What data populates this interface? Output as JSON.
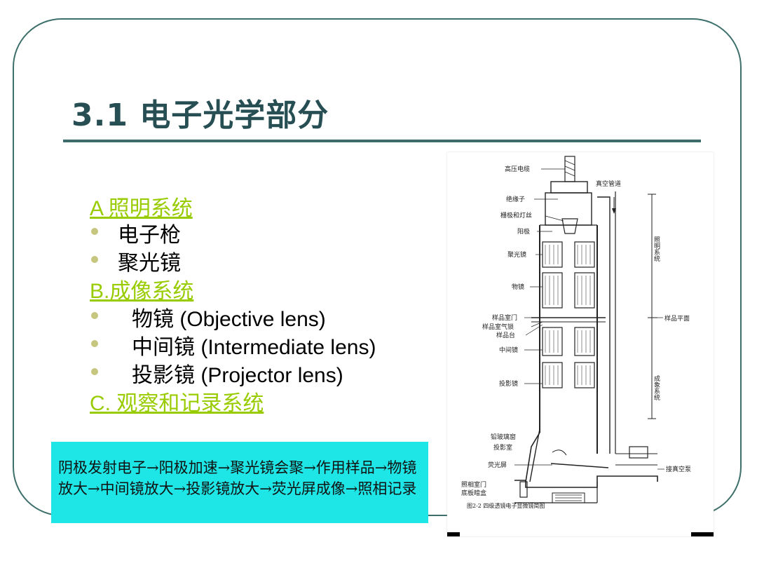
{
  "slide": {
    "title": "3.1 电子光学部分",
    "sections": [
      {
        "heading": "A 照明系统",
        "items": [
          "电子枪",
          "聚光镜"
        ]
      },
      {
        "heading": "B.成像系统",
        "items": [
          "物镜 (Objective lens)",
          "中间镜 (Intermediate lens)",
          "投影镜 (Projector lens)"
        ]
      },
      {
        "heading": "C. 观察和记录系统",
        "items": []
      }
    ],
    "caption": "阴极发射电子→阳极加速→聚光镜会聚→作用样品→物镜放大→中间镜放大→投影镜放大→荧光屏成像→照相记录"
  },
  "diagram": {
    "left_labels": [
      "高压电缆",
      "绝缘子",
      "栅极和灯丝",
      "阳极",
      "聚光镜",
      "物镜",
      "样品室门",
      "样品室气锁",
      "样品台",
      "中间镜",
      "投影镜",
      "铅玻璃窗",
      "投影室",
      "荧光屏",
      "照相室门",
      "底板暗盒"
    ],
    "right_labels": [
      "真空管道",
      "照明系统",
      "样品平面",
      "成象系统",
      "接真空泵"
    ],
    "figure_caption": "图2-2 四级透镜电子显微镜简图"
  },
  "colors": {
    "title": "#264e53",
    "link": "#99cc00",
    "caption_bg": "#1ee6e6",
    "frame": "#3d6f6b"
  }
}
